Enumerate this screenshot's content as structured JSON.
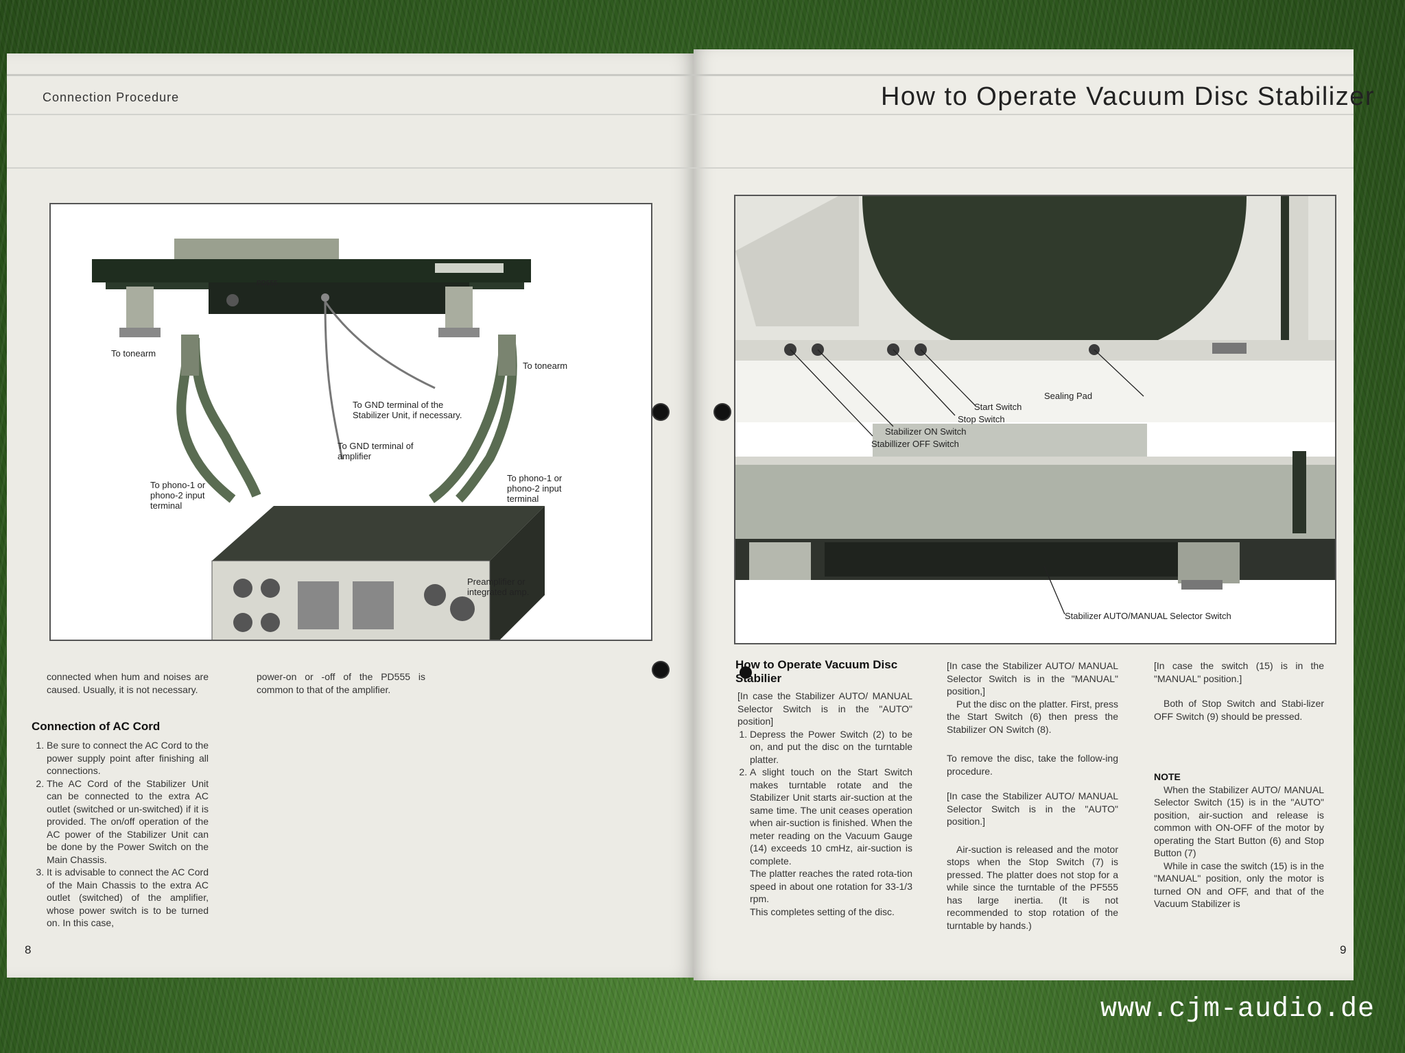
{
  "left_page": {
    "header": "Connection Procedure",
    "page_number": "8",
    "diagram_labels": {
      "model": "PD555",
      "tonearm_left": "To tonearm",
      "tonearm_right": "To tonearm",
      "gnd_stabilizer": "To GND terminal of the Stabilizer Unit, if necessary.",
      "gnd_amplifier": "To GND terminal of amplifier",
      "phono_left": "To phono-1 or phono-2 input terminal",
      "phono_right": "To phono-1 or phono-2 input terminal",
      "preamp": "Preamplifier or integrated amp."
    },
    "col1_top": "connected when hum and noises are caused. Usually, it is not necessary.",
    "col2_top": "power-on or -off of the PD555 is common to that of the amplifier.",
    "ac_cord": {
      "heading": "Connection of AC Cord",
      "items": [
        "Be sure to connect the AC Cord to the power supply point after finishing all connections.",
        "The AC Cord of the Stabilizer Unit can be connected to the extra AC outlet (switched or un-switched) if it is provided. The on/off operation of the AC power of the Stabilizer Unit can be done by the Power Switch on the Main Chassis.",
        "It is advisable to connect the AC Cord of the Main Chassis to the extra AC outlet (switched) of the amplifier, whose power switch is to be turned on. In this case,"
      ]
    }
  },
  "right_page": {
    "header": "How to Operate Vacuum Disc Stabilizer",
    "page_number": "9",
    "photo_labels": {
      "sealing_pad": "Sealing Pad",
      "start_switch": "Start Switch",
      "stop_switch": "Stop Switch",
      "stab_on": "Stabilizer ON Switch",
      "stab_off": "Stabillizer OFF Switch",
      "selector": "Stabilizer AUTO/MANUAL Selector Switch"
    },
    "section_heading": "How to Operate Vacuum Disc Stabilier",
    "col1": {
      "intro": "[In case the Stabilizer AUTO/ MANUAL Selector Switch is in the \"AUTO\" position]",
      "steps": [
        "Depress the Power Switch (2) to be on, and put the disc on the turntable platter.",
        "A slight touch on the Start Switch makes turntable rotate and the Stabilizer Unit starts air-suction at the same time. The unit ceases operation when air-suction is finished. When the meter reading on the Vacuum Gauge (14) exceeds 10 cmHz, air-suction is complete."
      ],
      "after1": "The platter reaches the rated rota-tion speed in about one rotation for 33-1/3 rpm.",
      "after2": "This completes setting of the disc."
    },
    "col2": {
      "p1": "[In case the Stabilizer AUTO/ MANUAL Selector Switch is in the \"MANUAL\" position,]",
      "p2": "Put the disc on the platter. First, press the Start Switch (6) then press the Stabilizer ON Switch (8).",
      "p3": "To remove the disc, take the follow-ing procedure.",
      "p4": "[In case the Stabilizer AUTO/ MANUAL Selector Switch is in the \"AUTO\" position.]",
      "p5": "Air-suction is released and the motor stops when the Stop Switch (7) is pressed. The platter does not stop for a while since the turntable of the PF555 has large inertia. (It is not recommended to stop rotation of the turntable by hands.)"
    },
    "col3": {
      "p1": "[In case the switch (15) is in the \"MANUAL\" position.]",
      "p2": "Both of Stop Switch and Stabi-lizer OFF Switch (9) should be pressed.",
      "note_heading": "NOTE",
      "note1": "When the Stabilizer AUTO/ MANUAL Selector Switch (15) is in the \"AUTO\" position, air-suction and release is common with ON-OFF of the motor by operating the Start Button (6) and Stop Button (7)",
      "note2": "While in case the switch (15) is in the \"MANUAL\" position, only the motor is turned ON and OFF, and that of the Vacuum Stabilizer is"
    }
  },
  "watermark": "www.cjm-audio.de"
}
